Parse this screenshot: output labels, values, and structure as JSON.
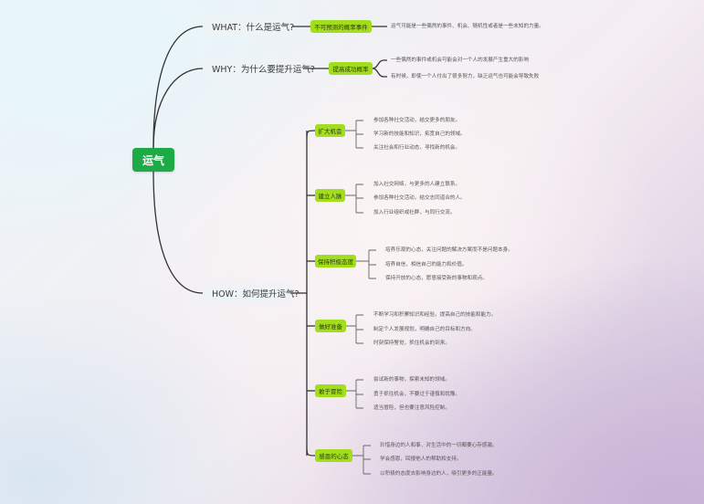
{
  "root": {
    "label": "运气"
  },
  "what": {
    "label": "WHAT：什么是运气?",
    "tag": "不可预测的概率事件",
    "items": [
      "运气可能是一些偶然的事件、机会、随机性或者是一些未知的力量。"
    ]
  },
  "why": {
    "label": "WHY：为什么要提升运气?",
    "tag": "提高成功概率",
    "items": [
      "一些偶然的事件或机会可能会对一个人的发展产生重大的影响",
      "有时候，即使一个人付出了很多努力，缺乏运气也可能会导致失败"
    ]
  },
  "how": {
    "label": "HOW：如何提升运气?",
    "sections": [
      {
        "tag": "扩大机会",
        "items": [
          "参加各种社交活动，结交更多的朋友。",
          "学习新的技能和知识，拓宽自己的领域。",
          "关注社会和行业动态，寻找新的机会。"
        ]
      },
      {
        "tag": "建立人脉",
        "items": [
          "加入社交网络，与更多的人建立联系。",
          "参加各种社交活动，结交志同道合的人。",
          "加入行业组织或社群，与同行交流。"
        ]
      },
      {
        "tag": "保持积极态度",
        "items": [
          "培养乐观的心态，关注问题的解决方案而不是问题本身。",
          "培养自信，相信自己的能力和价值。",
          "保持开放的心态，愿意接受新的事物和观点。"
        ]
      },
      {
        "tag": "做好准备",
        "items": [
          "不断学习和积累知识和经验，提高自己的技能和能力。",
          "制定个人发展规划，明确自己的目标和方向。",
          "时刻保持警觉，抓住机会的到来。"
        ]
      },
      {
        "tag": "敢于冒险",
        "items": [
          "尝试新的事物，探索未知的领域。",
          "勇于抓住机会，不要过于谨慎和犹豫。",
          "适当冒险，但也要注意风险控制。"
        ]
      },
      {
        "tag": "感恩的心态",
        "items": [
          "珍惜身边的人和事，对生活中的一切都要心存感激。",
          "学会感恩，回报他人的帮助和支持。",
          "以积极的态度去影响身边的人，吸引更多的正能量。"
        ]
      }
    ]
  }
}
